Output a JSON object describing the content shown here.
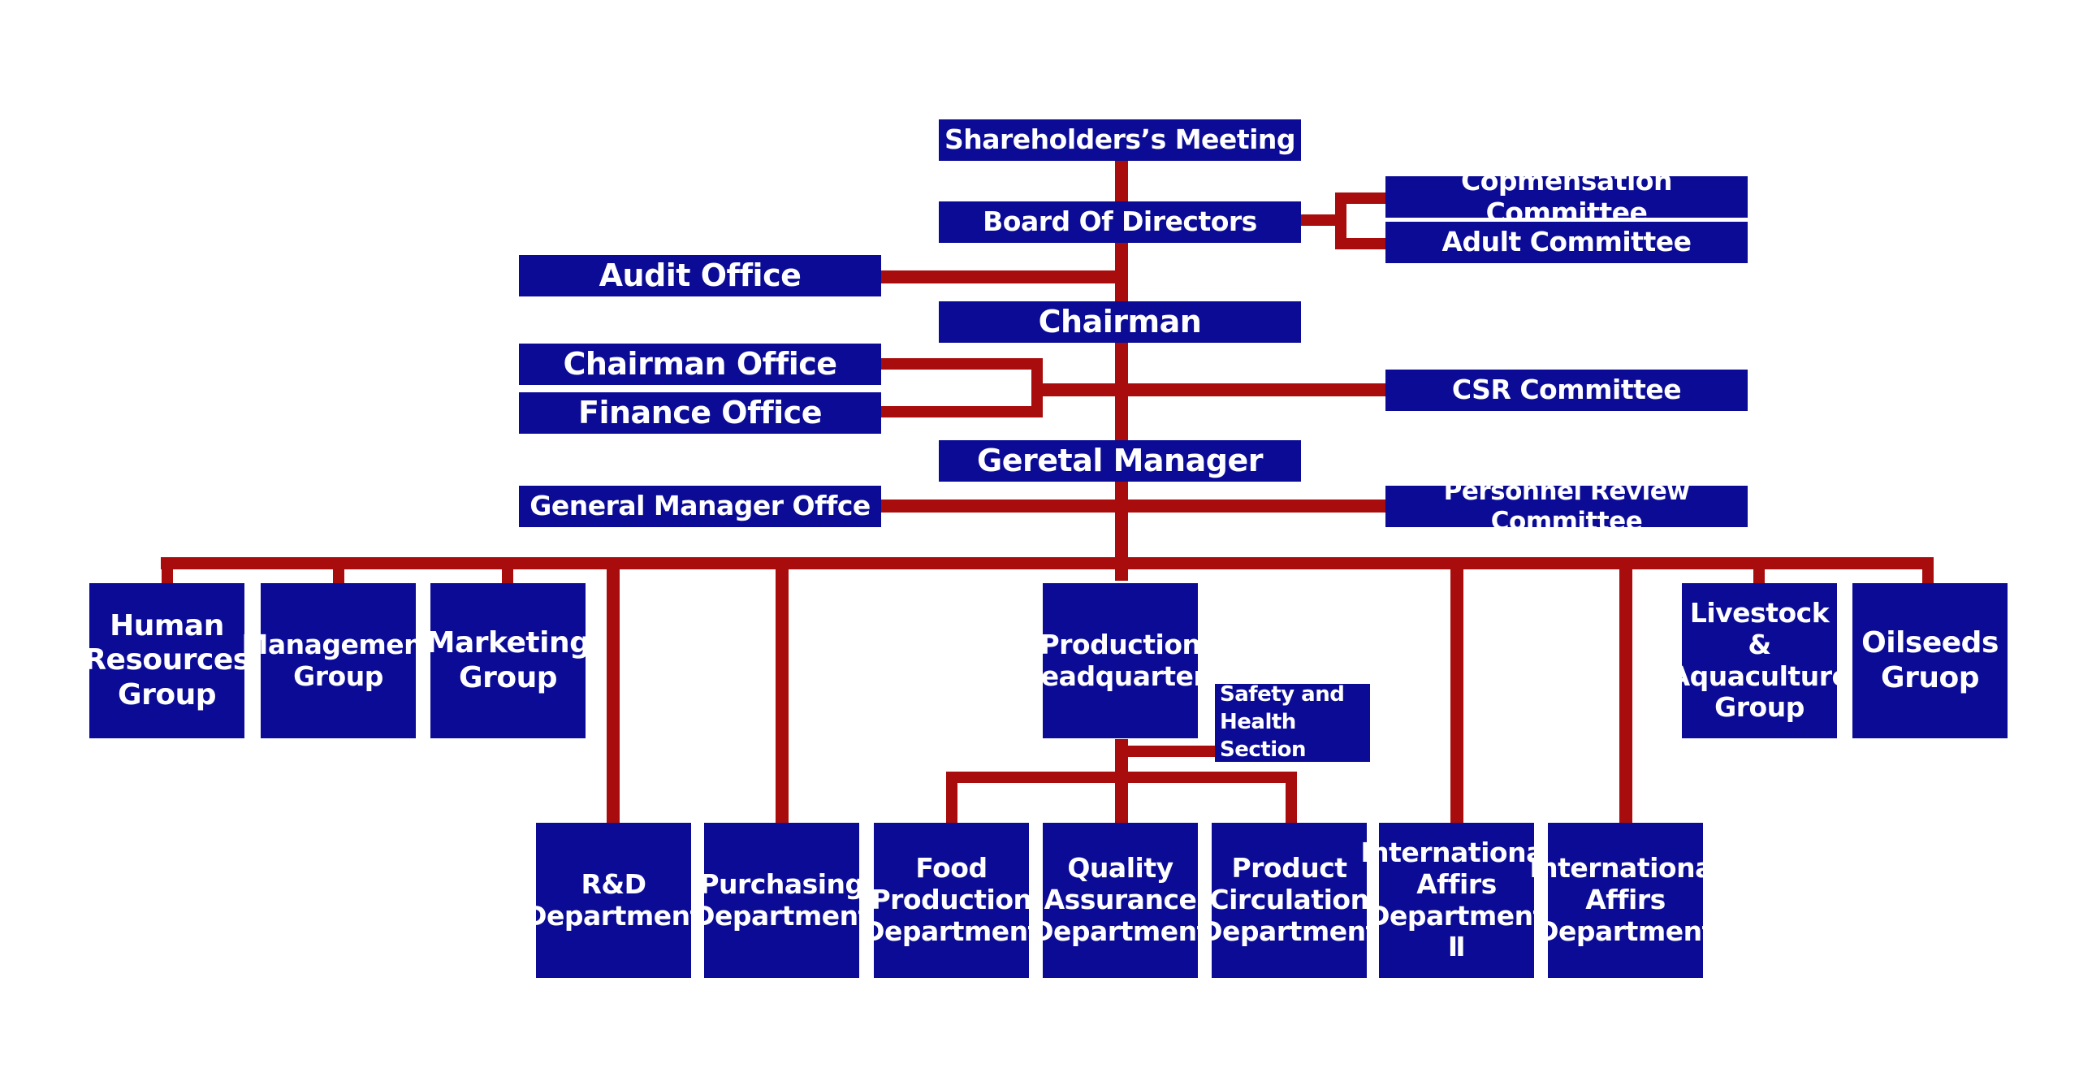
{
  "colors": {
    "box": "#0b0b96",
    "text": "#ffffff",
    "connector": "#a80c0c",
    "background": "#ffffff"
  },
  "nodes": {
    "shareholders": "Shareholders’s Meeting",
    "board": "Board Of Directors",
    "compensation": "Copmensation Committee",
    "adult": "Adult Committee",
    "audit_office": "Audit Office",
    "chairman": "Chairman",
    "chairman_office": "Chairman Office",
    "finance_office": "Finance Office",
    "csr": "CSR Committee",
    "general_manager": "Geretal Manager",
    "gm_office": "General Manager Offce",
    "personnel_review": "Personnel Review Committee",
    "human_resources": "Human\nResources\nGroup",
    "management": "Management\nGroup",
    "marketing": "Marketing\nGroup",
    "production_hq": "Production\nHeadquarters",
    "safety": "Safety and\nHealth Section",
    "livestock": "Livestock\n&\nAquaculture\nGroup",
    "oilseeds": "Oilseeds\nGruop",
    "rd": "R&D\nDepartment",
    "purchasing": "Purchasing\nDepartment",
    "food_production": "Food\nProduction\nDepartment",
    "quality_assurance": "Quality\nAssurance\nDepartment",
    "product_circulation": "Product\nCirculation\nDepartment",
    "intl_2": "International\nAffirs\nDepartment\nⅡ",
    "intl": "International\nAffirs\nDepartment"
  }
}
